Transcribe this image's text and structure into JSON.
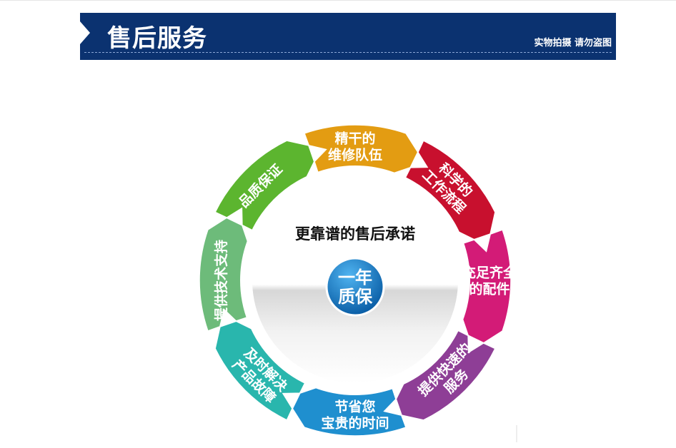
{
  "header": {
    "title": "售后服务",
    "note": "实物拍摄 请勿盗图"
  },
  "diagram": {
    "promise": "更靠谱的售后承诺",
    "badge": {
      "line1": "一年",
      "line2": "质保",
      "color": "#1177c4"
    },
    "segments": [
      {
        "lines": [
          "精干的",
          "维修队伍"
        ],
        "color": "#e39c12"
      },
      {
        "lines": [
          "科学的",
          "工作流程"
        ],
        "color": "#c8102e"
      },
      {
        "lines": [
          "充足齐全",
          "的配件"
        ],
        "color": "#d31b77"
      },
      {
        "lines": [
          "提供快速的",
          "服务"
        ],
        "color": "#8e3e96"
      },
      {
        "lines": [
          "节省您",
          "宝贵的时间"
        ],
        "color": "#1f8fcf"
      },
      {
        "lines": [
          "及时解决",
          "产品故障"
        ],
        "color": "#29b6ad"
      },
      {
        "lines": [
          "提供技术支持"
        ],
        "color": "#6dbb7a"
      },
      {
        "lines": [
          "品质保证"
        ],
        "color": "#5cb52f"
      }
    ]
  }
}
